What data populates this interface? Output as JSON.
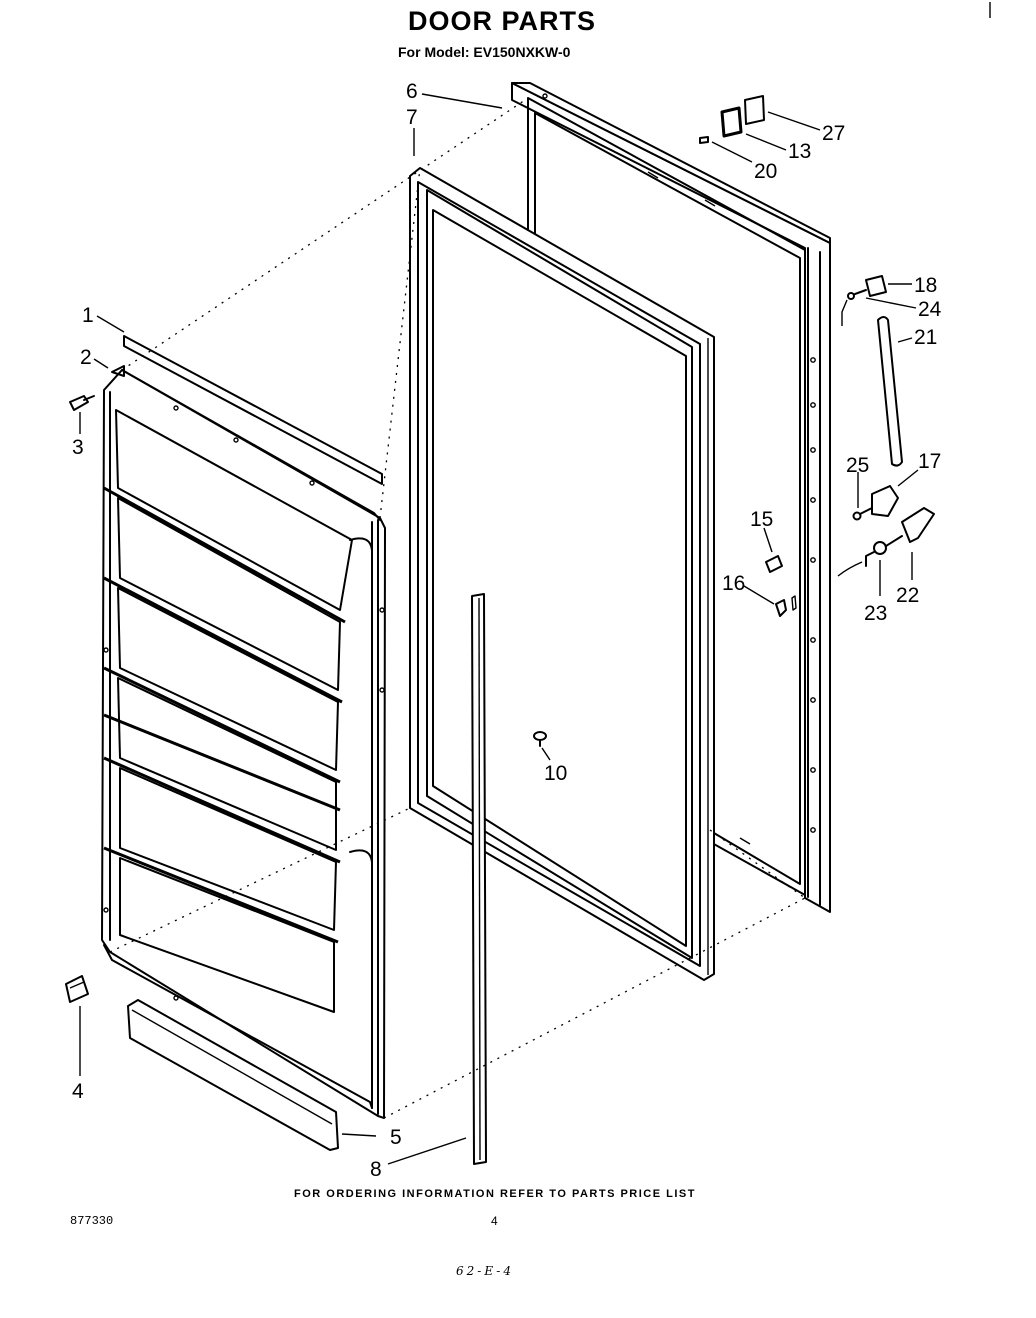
{
  "header": {
    "title": "DOOR PARTS",
    "subtitle": "For Model: EV150NXKW-0"
  },
  "parts": [
    {
      "ref": "1"
    },
    {
      "ref": "2"
    },
    {
      "ref": "3"
    },
    {
      "ref": "4"
    },
    {
      "ref": "5"
    },
    {
      "ref": "6"
    },
    {
      "ref": "7"
    },
    {
      "ref": "8"
    },
    {
      "ref": "10"
    },
    {
      "ref": "13"
    },
    {
      "ref": "15"
    },
    {
      "ref": "16"
    },
    {
      "ref": "17"
    },
    {
      "ref": "18"
    },
    {
      "ref": "20"
    },
    {
      "ref": "21"
    },
    {
      "ref": "22"
    },
    {
      "ref": "23"
    },
    {
      "ref": "24"
    },
    {
      "ref": "25"
    },
    {
      "ref": "27"
    }
  ],
  "footer": {
    "ordering_note": "FOR ORDERING INFORMATION REFER TO PARTS PRICE LIST",
    "doc_number": "877330",
    "page_number": "4",
    "handwritten_code": "62-E-4"
  }
}
